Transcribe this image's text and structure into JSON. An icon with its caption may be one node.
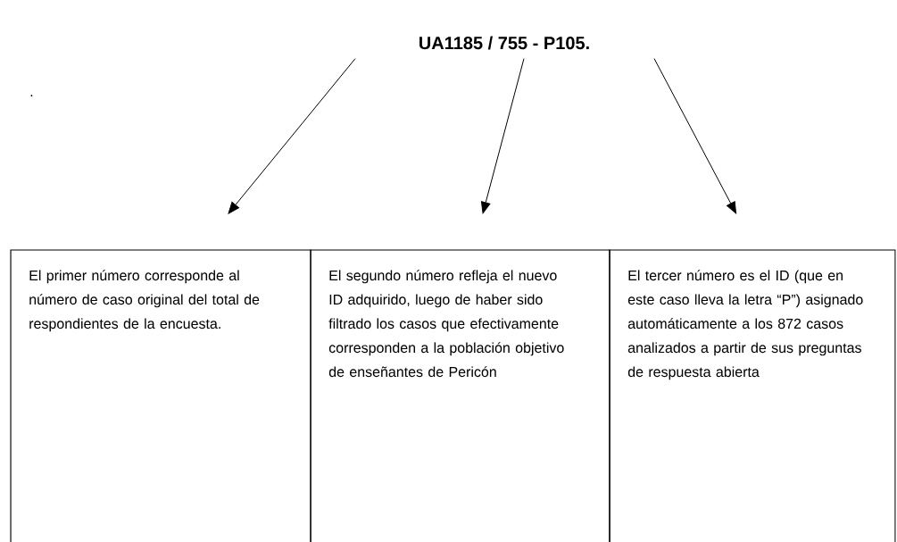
{
  "diagram": {
    "title": "UA1185 / 755 - P105.",
    "nodes": [
      {
        "text": [
          "El primer número corresponde al número de caso original del total de respondientes de la encuesta."
        ]
      },
      {
        "text": [
          "El segundo número refleja el nuevo ID adquirido, luego de haber sido filtrado los casos que efectivamente corresponden a la población objetivo de enseñantes de Pericón"
        ]
      },
      {
        "text": [
          "El tercer número es el ID (que en este caso lleva la letra “P”) asignado automáticamente a los 872 casos analizados a partir de sus preguntas de respuesta abierta"
        ]
      }
    ],
    "edges": [
      {
        "from": null,
        "to": 0,
        "arrow": "to"
      },
      {
        "from": null,
        "to": 1,
        "arrow": "to"
      },
      {
        "from": null,
        "to": 2,
        "arrow": "to"
      }
    ],
    "labels": [
      "."
    ]
  }
}
